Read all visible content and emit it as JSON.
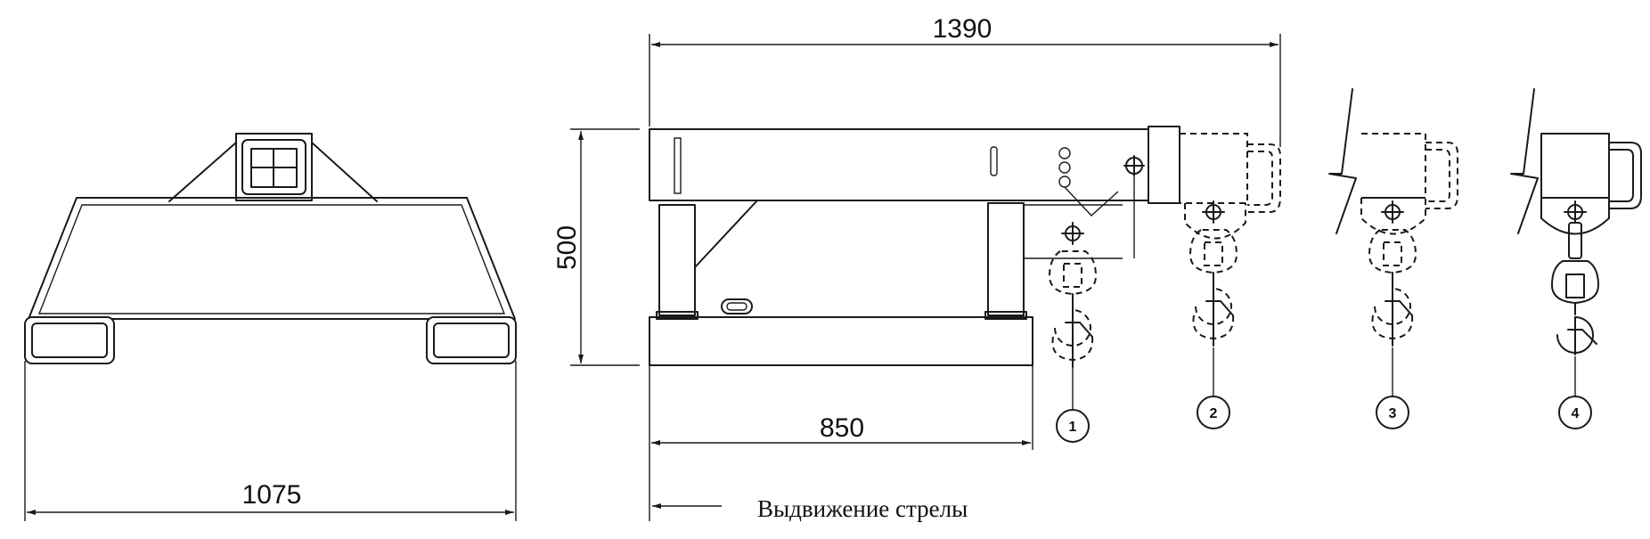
{
  "dimensions": {
    "width_front": "1075",
    "overall_length": "1390",
    "height": "500",
    "base_length": "850"
  },
  "positions": [
    "1",
    "2",
    "3",
    "4"
  ],
  "caption": "Выдвижение стрелы"
}
